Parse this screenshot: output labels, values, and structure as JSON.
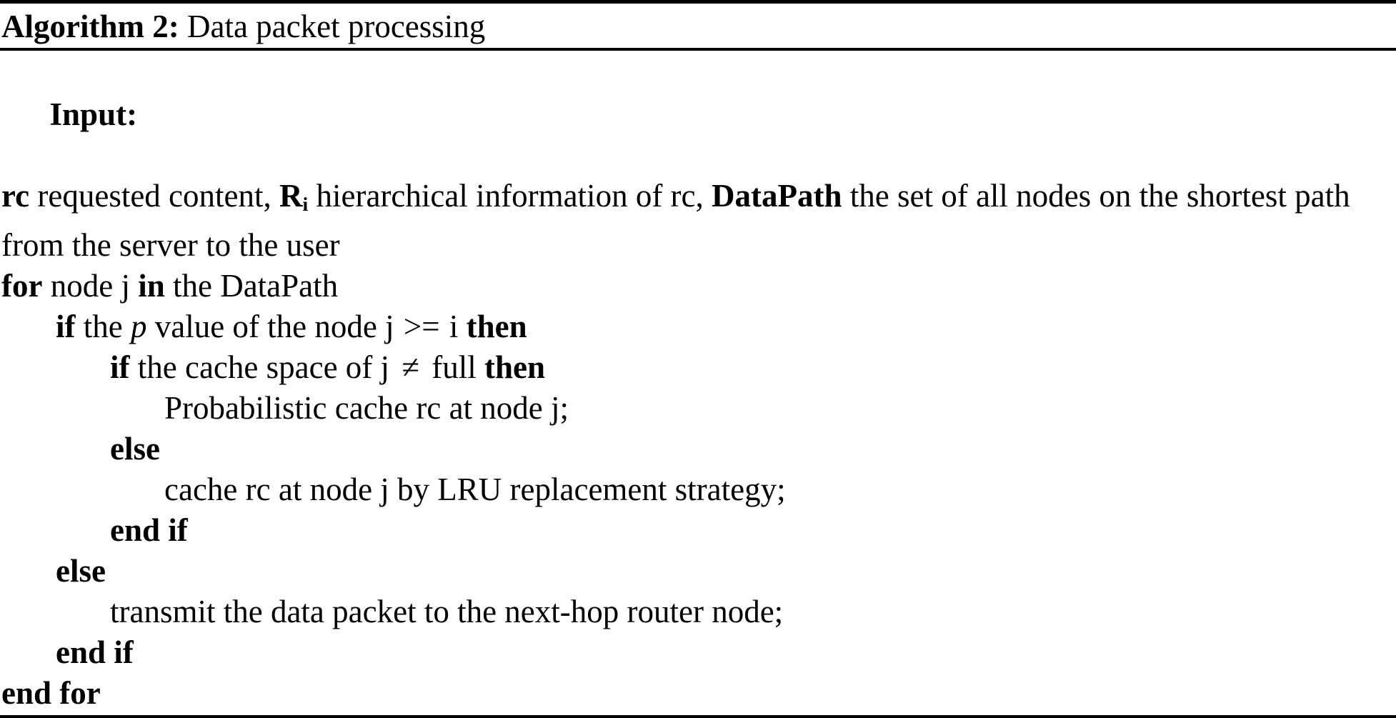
{
  "document": {
    "type": "algorithm-pseudocode-float",
    "caption": {
      "label": "Algorithm 2:",
      "title": "Data packet processing"
    },
    "rules": {
      "top": "solid-black",
      "below_caption": "solid-black",
      "bottom": "solid-black"
    },
    "body": {
      "input_heading": "Input:",
      "input_description": {
        "full_text": "rc requested content, Ri hierarchical information of rc, DataPath the set of all nodes on the shortest path from the server to the user",
        "segment_1_bold": "rc",
        "segment_2": " requested content, ",
        "segment_3_bold": "R",
        "segment_3_subscript": "i",
        "segment_4": " hierarchical information of rc, ",
        "segment_5_bold": "DataPath",
        "segment_6": " the set of all nodes on the shortest path from the server to the user"
      },
      "lines": [
        {
          "indent": 0,
          "keyword_1": "for",
          "text_1": " node j ",
          "keyword_2": "in",
          "text_2": " the DataPath"
        },
        {
          "indent": 1,
          "keyword_1": "if",
          "text_1": " the ",
          "italic_1": "p",
          "text_2": " value of the node j ",
          "operator": ">=",
          "text_3": " i ",
          "keyword_2": "then"
        },
        {
          "indent": 2,
          "keyword_1": "if",
          "text_1": " the cache space of j ",
          "operator": "≠",
          "text_2": " full ",
          "keyword_2": "then"
        },
        {
          "indent": 3,
          "text_1": "Probabilistic cache rc at node j;"
        },
        {
          "indent": 2,
          "keyword_1": "else"
        },
        {
          "indent": 3,
          "text_1": "cache rc at node j by LRU replacement strategy;"
        },
        {
          "indent": 2,
          "keyword_1": "end if"
        },
        {
          "indent": 1,
          "keyword_1": "else"
        },
        {
          "indent": 2,
          "text_1": "transmit the data packet to the next-hop router node;"
        },
        {
          "indent": 1,
          "keyword_1": "end if"
        },
        {
          "indent": 0,
          "keyword_1": "end for"
        }
      ]
    }
  }
}
